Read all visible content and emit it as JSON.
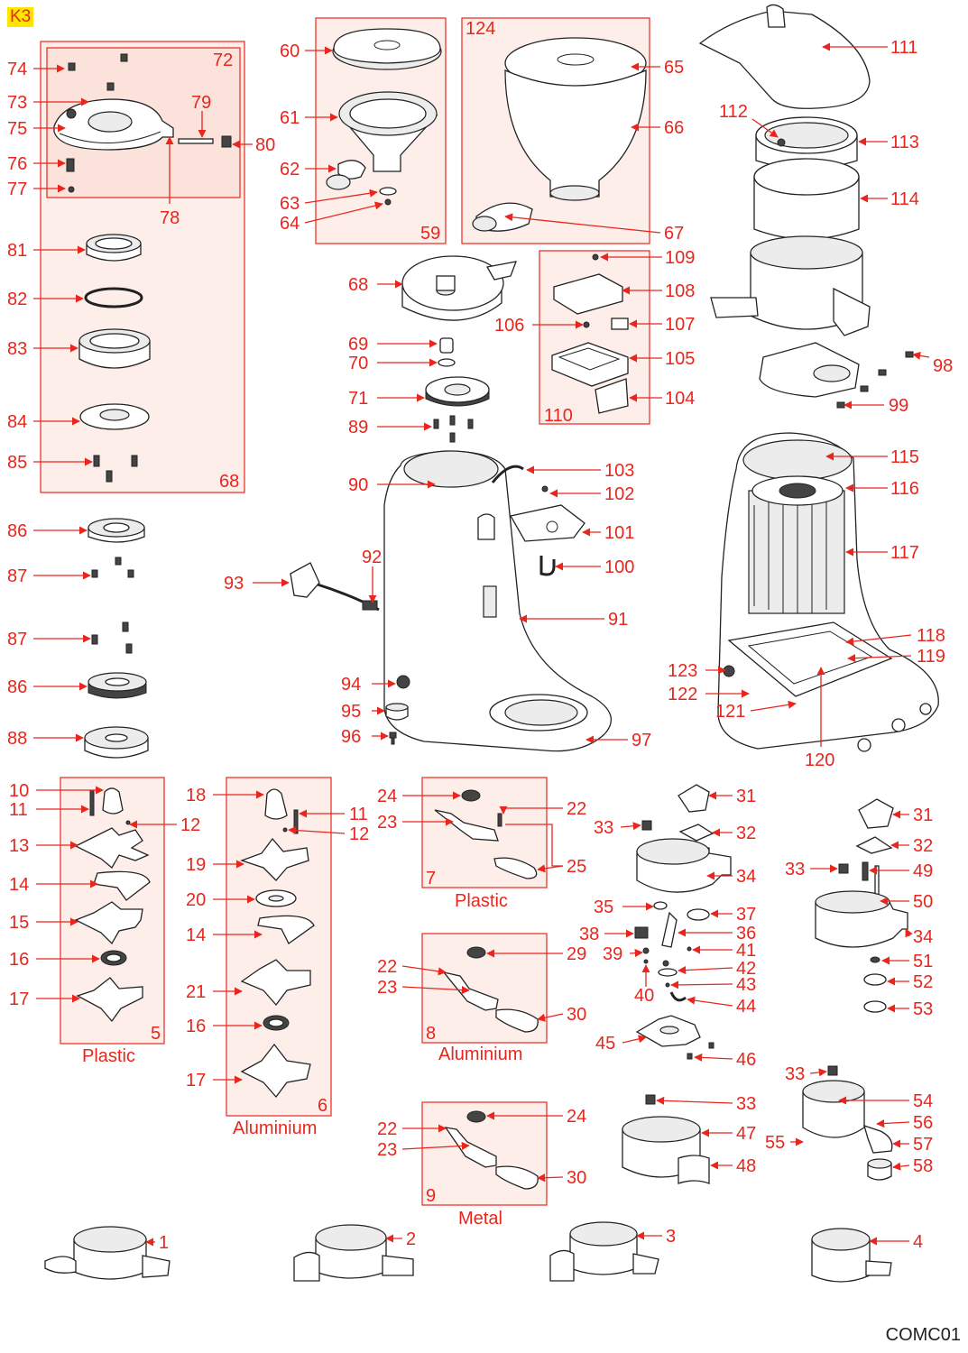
{
  "header": {
    "badge": "K3"
  },
  "footer": {
    "code": "COMC01"
  },
  "groups": [
    {
      "id": "g72",
      "number": "72"
    },
    {
      "id": "g68",
      "number": "68"
    },
    {
      "id": "g59",
      "number": "59"
    },
    {
      "id": "g124",
      "number": "124"
    },
    {
      "id": "g110",
      "number": "110"
    },
    {
      "id": "g5",
      "number": "5",
      "caption": "Plastic"
    },
    {
      "id": "g6",
      "number": "6",
      "caption": "Aluminium"
    },
    {
      "id": "g7",
      "number": "7",
      "caption": "Plastic"
    },
    {
      "id": "g8",
      "number": "8",
      "caption": "Aluminium"
    },
    {
      "id": "g9",
      "number": "9",
      "caption": "Metal"
    }
  ],
  "callouts": [
    "74",
    "73",
    "75",
    "76",
    "77",
    "79",
    "80",
    "78",
    "72",
    "81",
    "82",
    "83",
    "84",
    "85",
    "68",
    "86",
    "87",
    "87",
    "86",
    "88",
    "60",
    "61",
    "62",
    "63",
    "64",
    "59",
    "65",
    "66",
    "67",
    "124",
    "68",
    "69",
    "70",
    "71",
    "89",
    "90",
    "92",
    "93",
    "91",
    "94",
    "95",
    "96",
    "97",
    "103",
    "102",
    "101",
    "100",
    "109",
    "108",
    "106",
    "107",
    "105",
    "104",
    "110",
    "111",
    "112",
    "113",
    "114",
    "98",
    "99",
    "115",
    "116",
    "117",
    "118",
    "119",
    "123",
    "122",
    "121",
    "120",
    "10",
    "11",
    "12",
    "13",
    "14",
    "15",
    "16",
    "17",
    "5",
    "18",
    "11",
    "12",
    "19",
    "20",
    "14",
    "21",
    "16",
    "17",
    "6",
    "24",
    "22",
    "23",
    "25",
    "7",
    "22",
    "29",
    "23",
    "30",
    "8",
    "24",
    "22",
    "23",
    "30",
    "9",
    "31",
    "33",
    "32",
    "34",
    "35",
    "37",
    "38",
    "36",
    "39",
    "41",
    "42",
    "43",
    "40",
    "44",
    "45",
    "46",
    "33",
    "47",
    "48",
    "31",
    "32",
    "33",
    "49",
    "50",
    "34",
    "51",
    "52",
    "53",
    "33",
    "54",
    "56",
    "55",
    "57",
    "58",
    "1",
    "2",
    "3",
    "4"
  ]
}
